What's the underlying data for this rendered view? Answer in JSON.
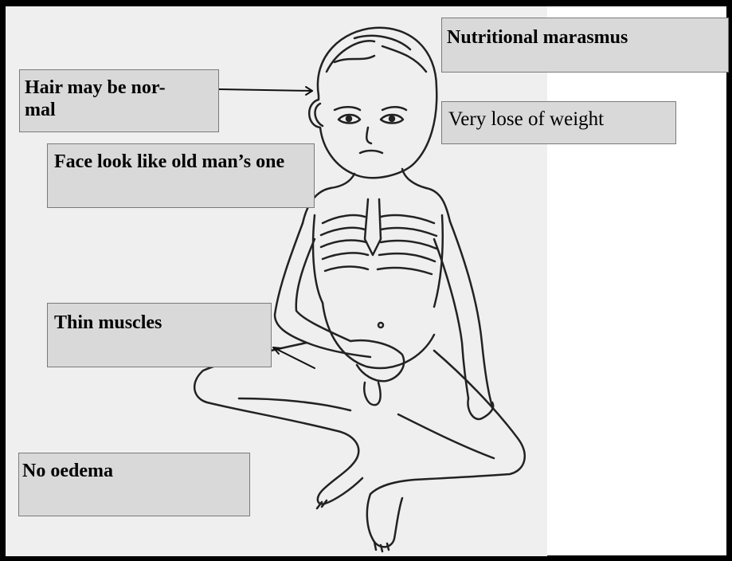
{
  "labels": {
    "title": "Nutritional marasmus",
    "weight": "Very lose of weight",
    "hair": "Hair may be nor-\nmal",
    "face": "Face look like old man’s one",
    "muscles": "Thin muscles",
    "oedema": "No oedema"
  },
  "colors": {
    "label_fill": "#d9d9d9",
    "label_border": "#7a7a7a",
    "frame": "#000000",
    "background": "#efefef"
  }
}
